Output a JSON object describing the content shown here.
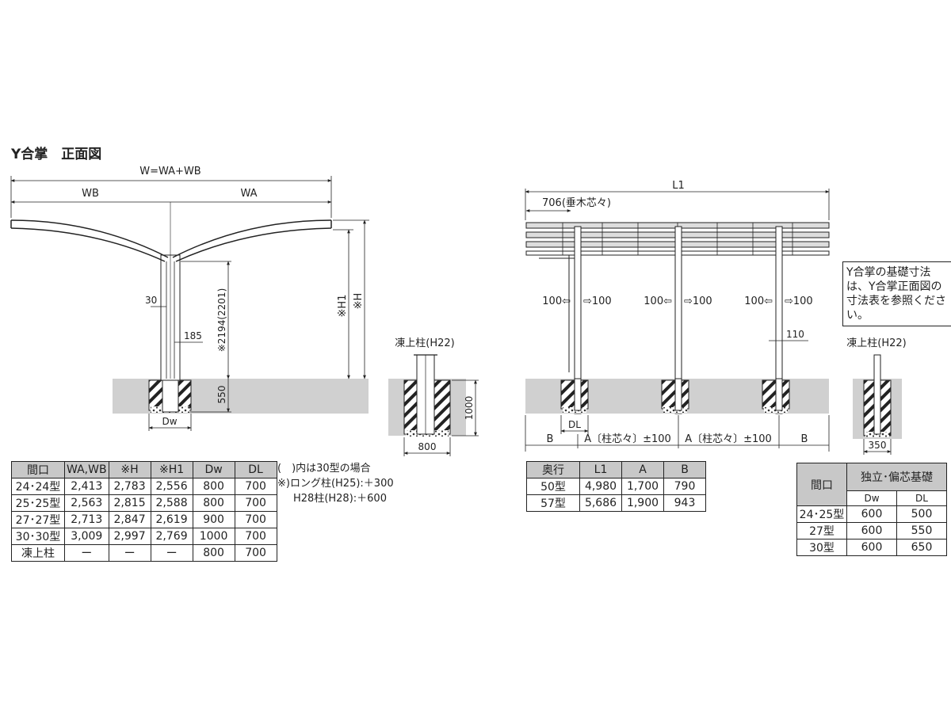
{
  "title": "Y合掌　正面図",
  "front": {
    "width_label": "W=WA+WB",
    "wb": "WB",
    "wa": "WA",
    "dim_30": "30",
    "dim_185": "185",
    "dim_2194": "※2194(2201)",
    "dim_550": "550",
    "h1": "※H1",
    "h": "※H",
    "dw": "Dw"
  },
  "frost": {
    "label": "凍上柱(H22)",
    "dim_1000": "1000",
    "dim_800": "800"
  },
  "side": {
    "l1": "L1",
    "dim_706": "706(垂木芯々)",
    "offset_left": "100⇦",
    "offset_right": "⇨100",
    "dim_110": "110",
    "dl": "DL",
    "b": "B",
    "a_pm": "A〔柱芯々〕±100"
  },
  "note_box": "Y合掌の基礎寸法は、Y合掌正面図の寸法表を参照ください。",
  "frost2": {
    "label": "凍上柱(H22)",
    "dim_350": "350"
  },
  "notes": {
    "line1": "(　)内は30型の場合",
    "line2": "※)ロング柱(H25):＋300",
    "line3": "H28柱(H28):＋600"
  },
  "table1": {
    "headers": [
      "間口",
      "WA,WB",
      "※H",
      "※H1",
      "Dw",
      "DL"
    ],
    "rows": [
      [
        "24･24型",
        "2,413",
        "2,783",
        "2,556",
        "800",
        "700"
      ],
      [
        "25･25型",
        "2,563",
        "2,815",
        "2,588",
        "800",
        "700"
      ],
      [
        "27･27型",
        "2,713",
        "2,847",
        "2,619",
        "900",
        "700"
      ],
      [
        "30･30型",
        "3,009",
        "2,997",
        "2,769",
        "1000",
        "700"
      ],
      [
        "凍上柱",
        "ー",
        "ー",
        "ー",
        "800",
        "700"
      ]
    ]
  },
  "table2": {
    "headers": [
      "奥行",
      "L1",
      "A",
      "B"
    ],
    "rows": [
      [
        "50型",
        "4,980",
        "1,700",
        "790"
      ],
      [
        "57型",
        "5,686",
        "1,900",
        "943"
      ]
    ]
  },
  "table3": {
    "header_left": "間口",
    "header_top": "独立･偏芯基礎",
    "sub_headers": [
      "Dw",
      "DL"
    ],
    "rows": [
      [
        "24･25型",
        "600",
        "500"
      ],
      [
        "27型",
        "600",
        "550"
      ],
      [
        "30型",
        "600",
        "650"
      ]
    ]
  }
}
